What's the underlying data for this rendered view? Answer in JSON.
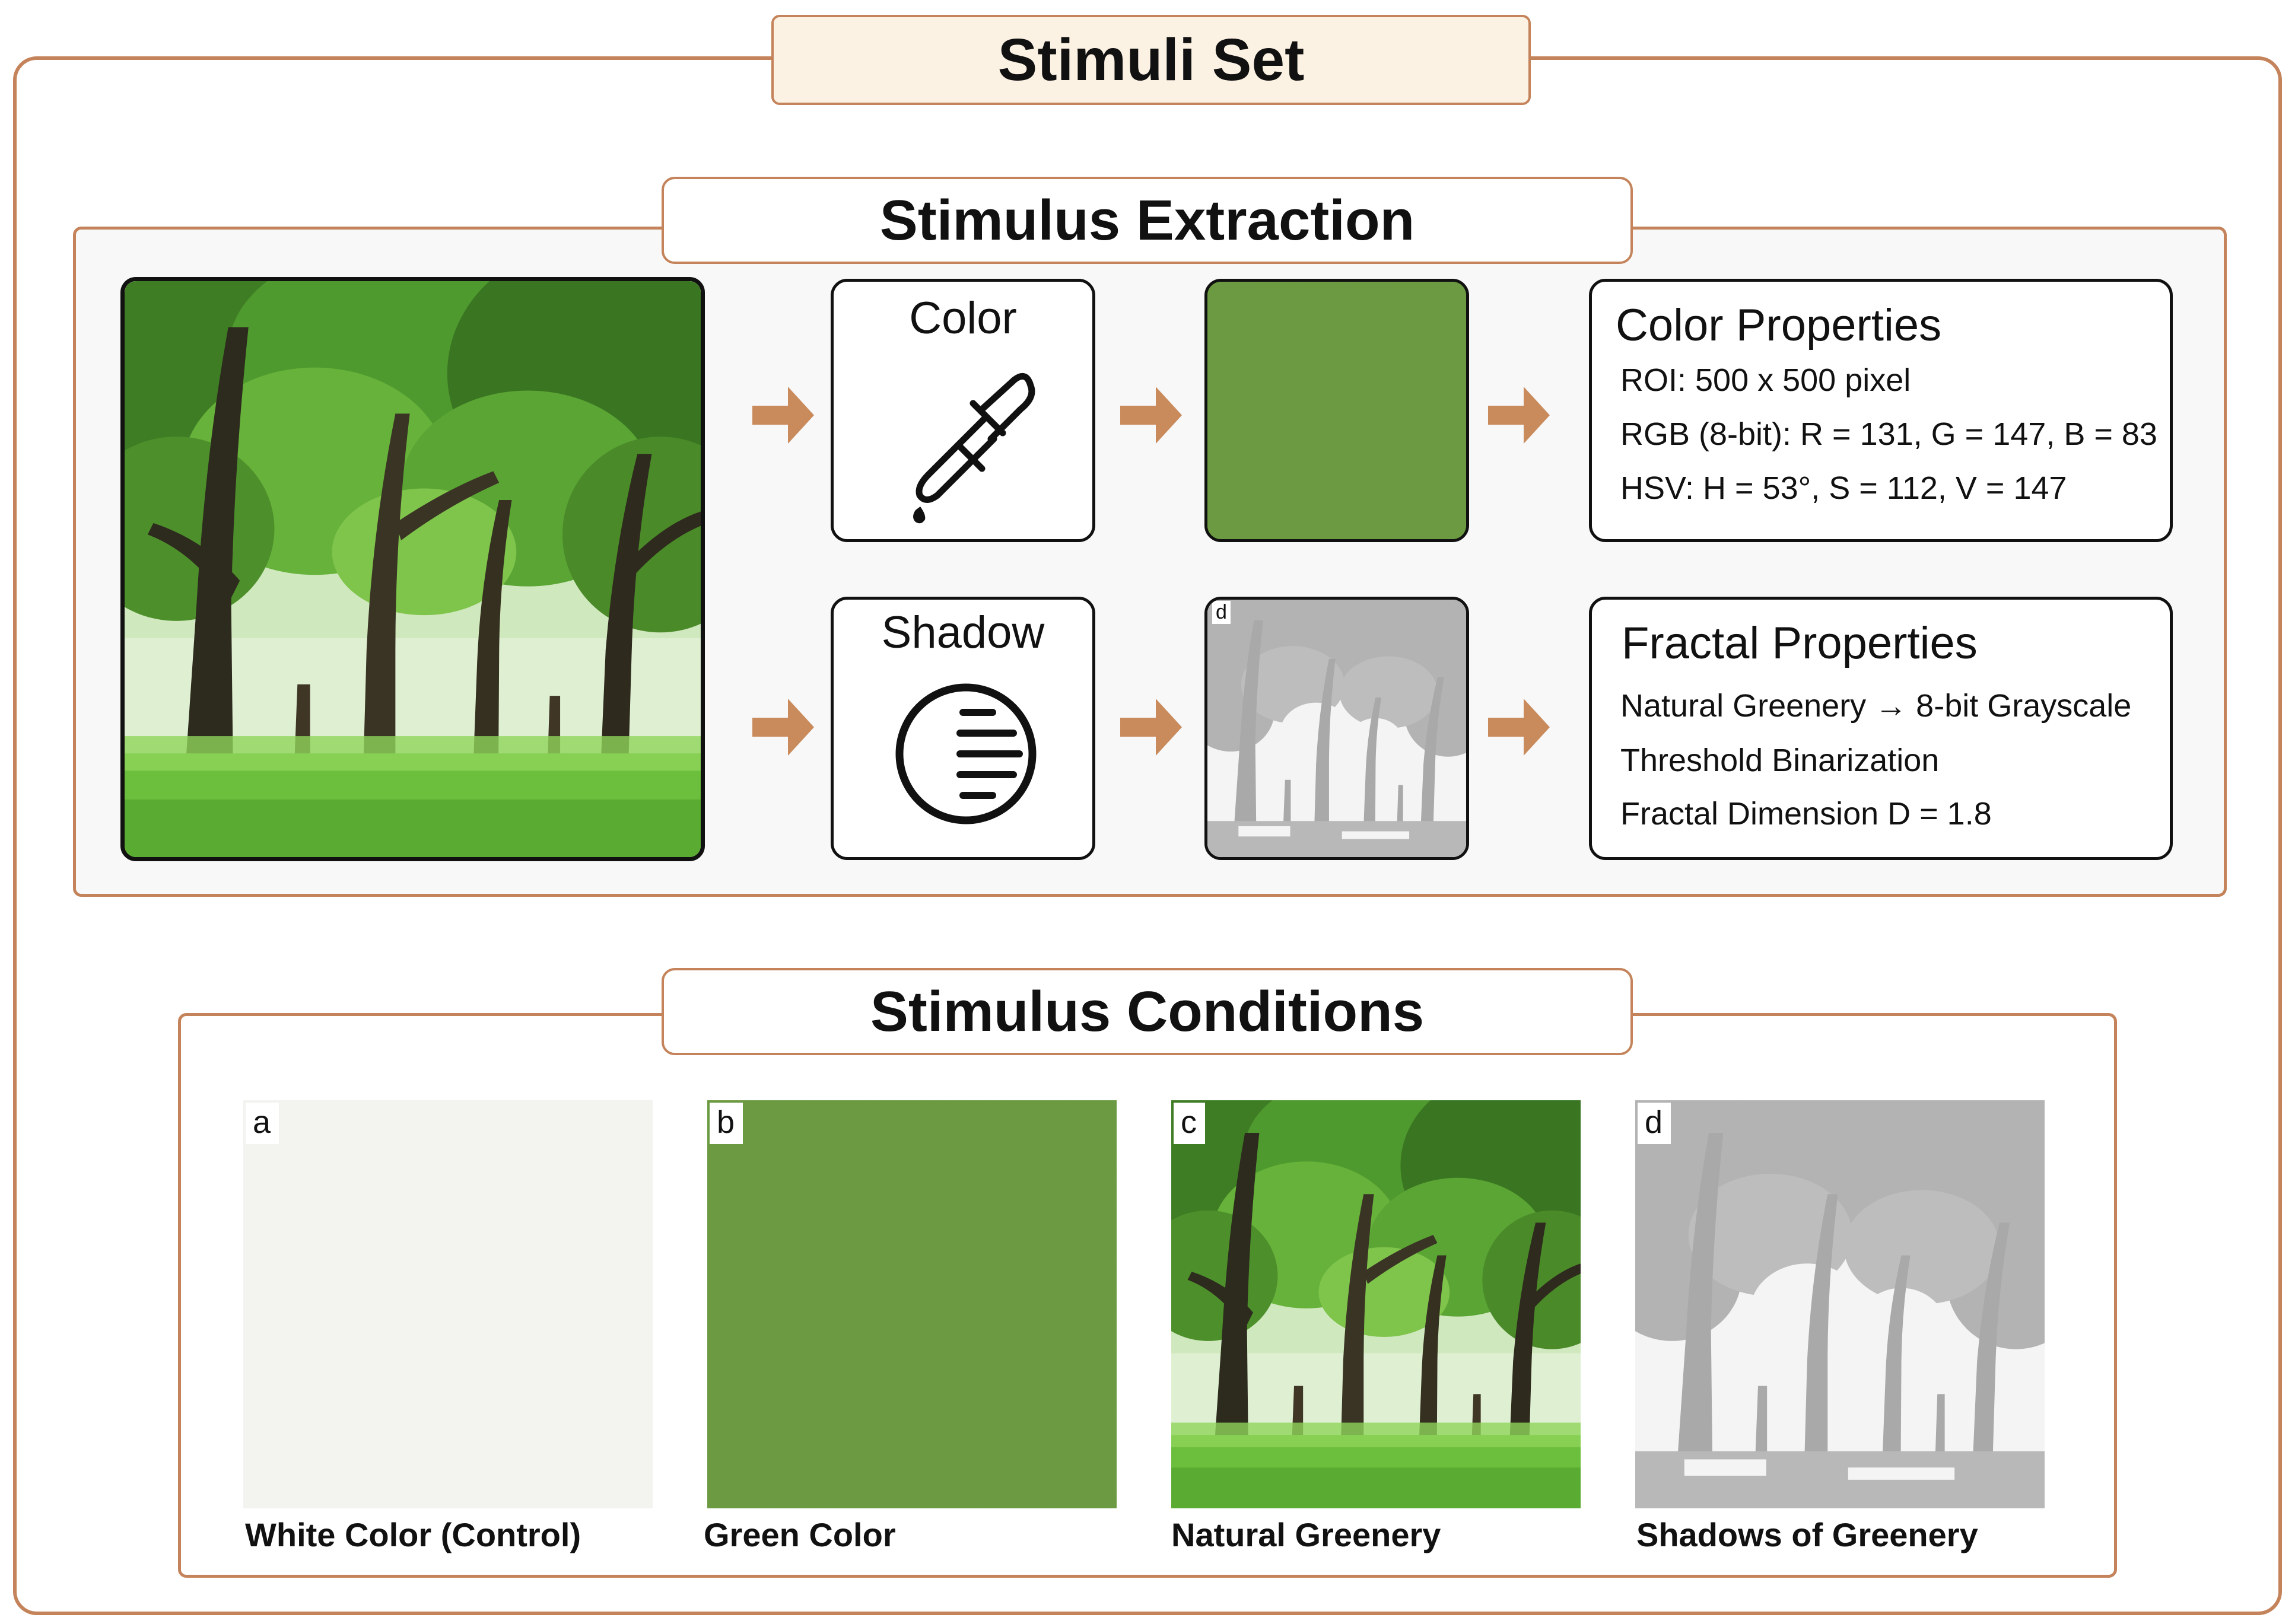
{
  "title": "Stimuli Set",
  "extraction": {
    "title": "Stimulus Extraction",
    "color_step": {
      "label": "Color",
      "icon": "eyedropper-icon"
    },
    "shadow_step": {
      "label": "Shadow",
      "icon": "shadow-circle-icon",
      "thumb_letter": "d"
    },
    "color_properties": {
      "title": "Color Properties",
      "lines": [
        "ROI: 500 x 500 pixel",
        "RGB (8-bit): R = 131, G = 147, B = 83",
        "HSV: H = 53°, S = 112, V = 147"
      ]
    },
    "fractal_properties": {
      "title": "Fractal Properties",
      "lines": [
        "Natural Greenery → 8-bit Grayscale",
        "Threshold Binarization",
        "Fractal Dimension D = 1.8"
      ]
    }
  },
  "conditions": {
    "title": "Stimulus Conditions",
    "items": [
      {
        "letter": "a",
        "caption": "White Color (Control)"
      },
      {
        "letter": "b",
        "caption": "Green Color"
      },
      {
        "letter": "c",
        "caption": "Natural Greenery"
      },
      {
        "letter": "d",
        "caption": "Shadows of Greenery"
      }
    ]
  },
  "colors": {
    "frame": "#c4835a",
    "arrow": "#c98b5c",
    "green_swatch": "#6a9a3c",
    "white_swatch": "#f3f4f0",
    "shadow_gray": "#b3b3b3"
  }
}
